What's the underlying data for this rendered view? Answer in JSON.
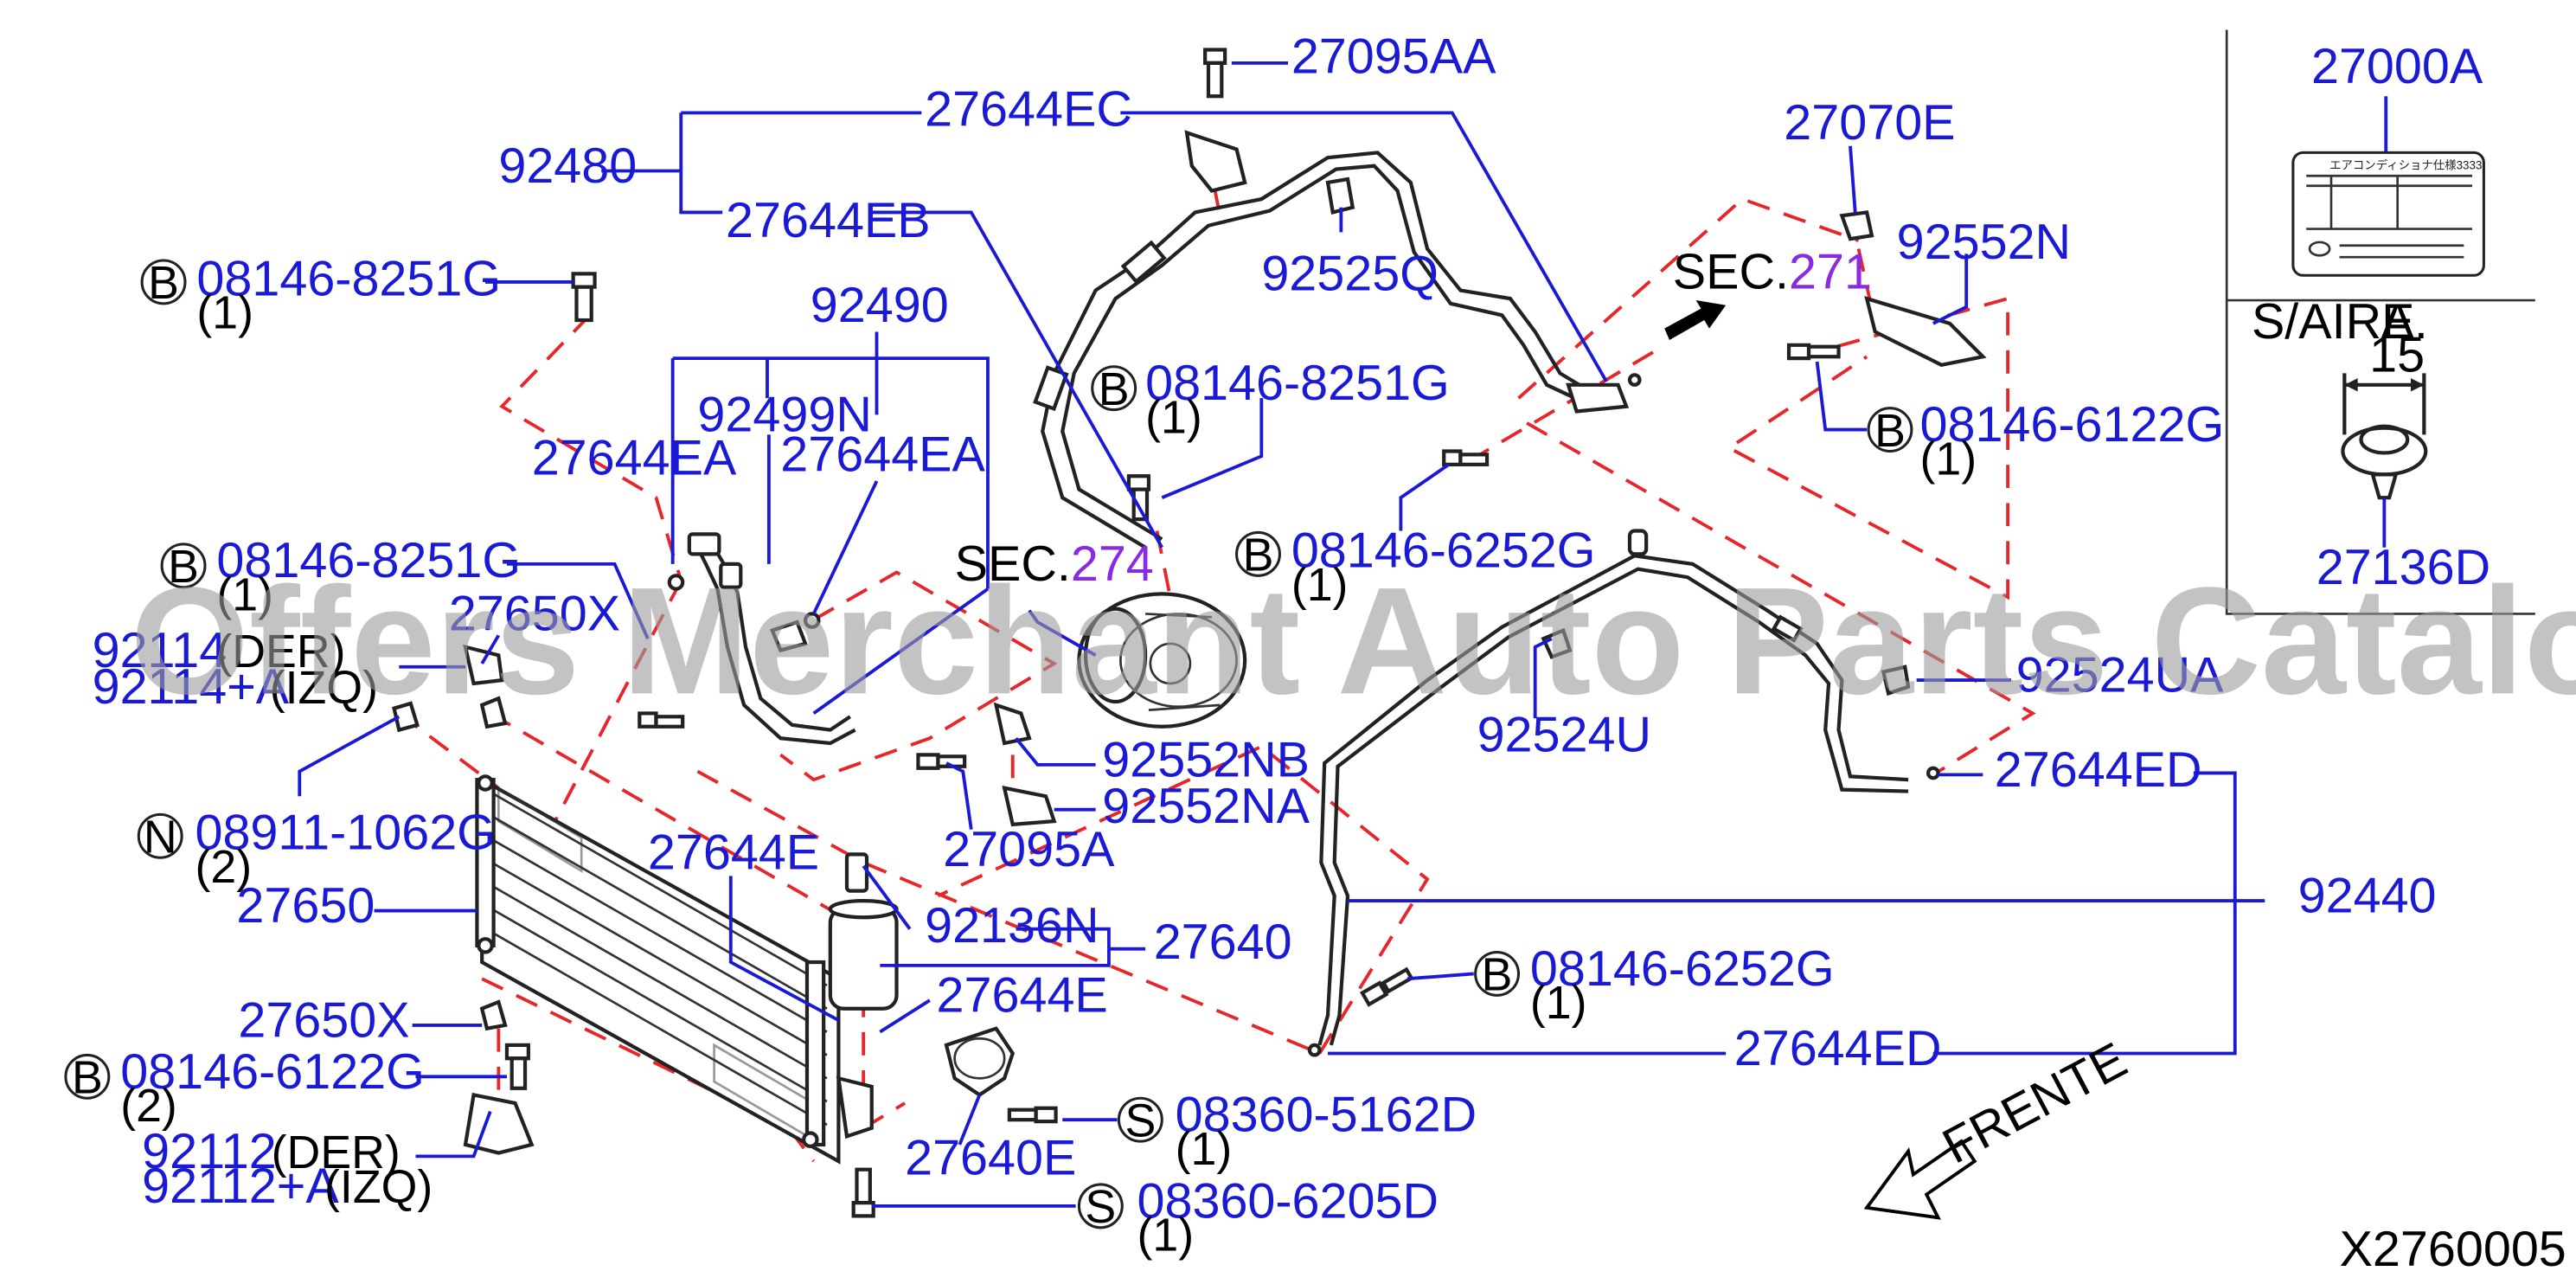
{
  "parts": {
    "p27095AA": "27095AA",
    "p27644EC": "27644EC",
    "p92480": "92480",
    "p27644EB": "27644EB",
    "p92525Q": "92525Q",
    "p08146_8251G_a": "08146-8251G",
    "p92490": "92490",
    "p92499N": "92499N",
    "p27644EA_a": "27644EA",
    "p27644EA_b": "27644EA",
    "p08146_8251G_b": "08146-8251G",
    "p08146_8251G_c": "08146-8251G",
    "p27650X_a": "27650X",
    "p92114": "92114",
    "p92114A": "92114+A",
    "p08911_1062G": "08911-1062G",
    "p27650": "27650",
    "p27644E_a": "27644E",
    "p92136N": "92136N",
    "p27640": "27640",
    "p27644E_b": "27644E",
    "p27650X_b": "27650X",
    "p08146_6122G_a": "08146-6122G",
    "p92112": "92112",
    "p92112A": "92112+A",
    "p27640E": "27640E",
    "p08360_5162D": "08360-5162D",
    "p08360_6205D": "08360-6205D",
    "p92552NB": "92552NB",
    "p92552NA": "92552NA",
    "p27095A": "27095A",
    "p08146_6252G_a": "08146-6252G",
    "p27070E": "27070E",
    "p92552N": "92552N",
    "p08146_6122G_b": "08146-6122G",
    "p92524U": "92524U",
    "p92524UA": "92524UA",
    "p27644ED_a": "27644ED",
    "p92440": "92440",
    "p08146_6252G_b": "08146-6252G",
    "p27644ED_b": "27644ED",
    "p27000A": "27000A",
    "p27136D": "27136D"
  },
  "qty": {
    "one": "(1)",
    "two": "(2)"
  },
  "side": {
    "der": "(DER)",
    "izq": "(IZQ)",
    "der_top": "(DER)",
    "izq_top": "(IZQ)"
  },
  "circle_letters": {
    "b": "B",
    "n": "N",
    "s": "S"
  },
  "sec": {
    "prefix": "SEC.",
    "num271": "271",
    "num274": "274"
  },
  "inset": {
    "saire": "S/AIRE",
    "a": "A.",
    "dim": "15",
    "label_text": "エアコンディショナ仕様3333"
  },
  "frente": "FRENTE",
  "diagram_code": "X2760005",
  "watermark": "Offers Merchant Auto Parts Catalog PARTSTORE.SA",
  "colors": {
    "part_number": "#1a1ad6",
    "callout_line": "#1a1ad6",
    "dashed_line": "#e8262a",
    "sec_number": "#8a2be2",
    "outline": "#222222"
  }
}
